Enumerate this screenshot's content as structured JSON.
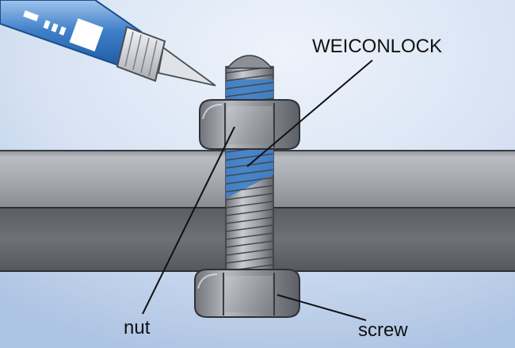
{
  "labels": {
    "weiconlock": "WEICONLOCK",
    "nut": "nut",
    "screw": "screw"
  },
  "colors": {
    "background_light": "#e2ecf8",
    "background_dark": "#b6cbe6",
    "threadlocker_blue": "#3f7fc9",
    "metal_light": "#c4c7cc",
    "metal_dark": "#55585e",
    "leader_line": "#111111"
  }
}
